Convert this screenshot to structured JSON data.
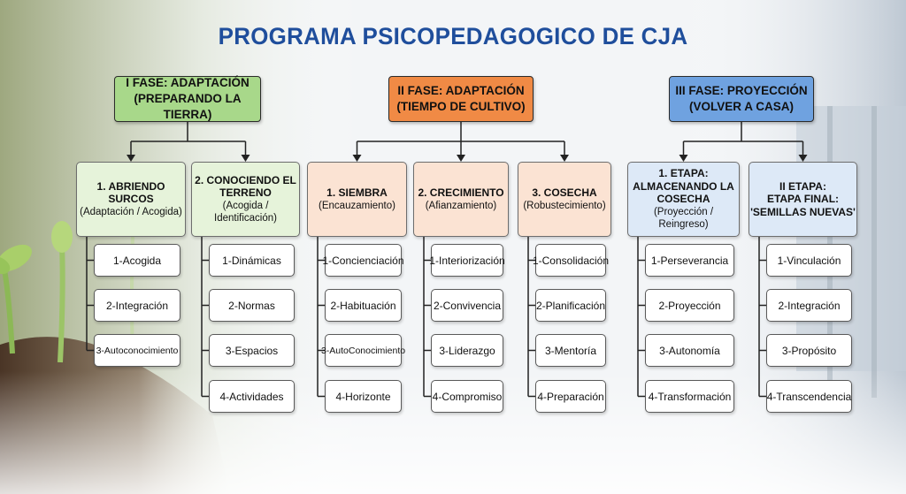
{
  "title": "PROGRAMA PSICOPEDAGOGICO DE CJA",
  "colors": {
    "title": "#1f4e9c",
    "phase1": "#a8d88a",
    "phase2": "#f08a45",
    "phase3": "#6fa2e0",
    "stage1": "#e6f3da",
    "stage2": "#fbe3d3",
    "stage3": "#dde9f7"
  },
  "phases": [
    {
      "line1": "I FASE: ADAPTACIÓN",
      "line2": "(PREPARANDO LA TIERRA)",
      "stages": [
        {
          "lines": [
            "1. ABRIENDO SURCOS"
          ],
          "sub": "(Adaptación / Acogida)",
          "items": [
            "1-Acogida",
            "2-Integración",
            "3-Autoconocimiento"
          ]
        },
        {
          "lines": [
            "2. CONOCIENDO EL",
            "TERRENO"
          ],
          "sub": "(Acogida / Identificación)",
          "items": [
            "1-Dinámicas",
            "2-Normas",
            "3-Espacios",
            "4-Actividades"
          ]
        }
      ]
    },
    {
      "line1": "II FASE: ADAPTACIÓN",
      "line2": "(TIEMPO DE CULTIVO)",
      "stages": [
        {
          "lines": [
            "1. SIEMBRA"
          ],
          "sub": "(Encauzamiento)",
          "items": [
            "1-Concienciación",
            "2-Habituación",
            "3-AutoConocimiento",
            "4-Horizonte"
          ]
        },
        {
          "lines": [
            "2. CRECIMIENTO"
          ],
          "sub": "(Afianzamiento)",
          "items": [
            "1-Interiorización",
            "2-Convivencia",
            "3-Liderazgo",
            "4-Compromiso"
          ]
        },
        {
          "lines": [
            "3. COSECHA"
          ],
          "sub": "(Robustecimiento)",
          "items": [
            "1-Consolidación",
            "2-Planificación",
            "3-Mentoría",
            "4-Preparación"
          ]
        }
      ]
    },
    {
      "line1": "III FASE: PROYECCIÓN",
      "line2": "(VOLVER A CASA)",
      "stages": [
        {
          "lines": [
            "1. ETAPA:",
            "ALMACENANDO LA",
            "COSECHA"
          ],
          "sub": "(Proyección / Reingreso)",
          "items": [
            "1-Perseverancia",
            "2-Proyección",
            "3-Autonomía",
            "4-Transformación"
          ]
        },
        {
          "lines": [
            "II ETAPA:",
            "ETAPA FINAL:",
            "'SEMILLAS NUEVAS'"
          ],
          "sub": "",
          "items": [
            "1-Vinculación",
            "2-Integración",
            "3-Propósito",
            "4-Transcendencia"
          ]
        }
      ]
    }
  ]
}
